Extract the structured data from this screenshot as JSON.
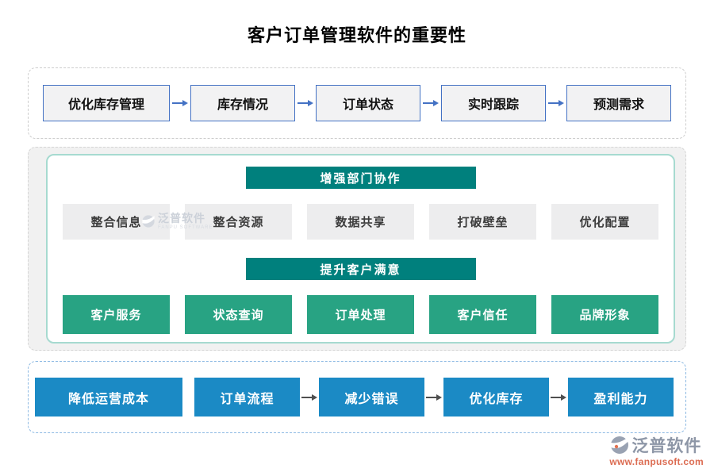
{
  "title": "客户订单管理软件的重要性",
  "top_flow": {
    "nodes": [
      "优化库存管理",
      "库存情况",
      "订单状态",
      "实时跟踪",
      "预测需求"
    ]
  },
  "middle": {
    "collaboration": {
      "header": "增强部门协作",
      "items": [
        "整合信息",
        "整合资源",
        "数据共享",
        "打破壁垒",
        "优化配置"
      ]
    },
    "satisfaction": {
      "header": "提升客户满意",
      "items": [
        "客户服务",
        "状态查询",
        "订单处理",
        "客户信任",
        "品牌形象"
      ]
    }
  },
  "bottom_flow": {
    "nodes": [
      "降低运营成本",
      "订单流程",
      "减少错误",
      "优化库存",
      "盈利能力"
    ]
  },
  "watermark": {
    "text": "泛普软件",
    "subtext": "FANPU SOFTWARE"
  },
  "logo": {
    "brand": "泛普软件",
    "url": "www.fanpusoft.com"
  },
  "colors": {
    "top_node_border": "#4472c4",
    "top_node_fill": "#f2f2f3",
    "teal_header": "#00807d",
    "gray_item": "#ededee",
    "green_item": "#28a383",
    "blue_node": "#1b8ac5",
    "arrow_blue": "#4472c4",
    "arrow_dark": "#4f4f4f",
    "bottom_border": "#8cb9e3",
    "logo_gray": "#8e97a7",
    "logo_orange": "#dc6c52"
  }
}
